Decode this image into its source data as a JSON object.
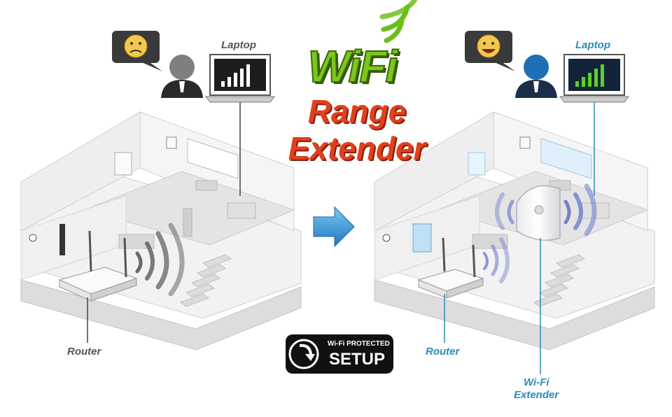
{
  "title": {
    "wifi": "WiFi",
    "range": "Range",
    "extender": "Extender"
  },
  "left_scene": {
    "laptop_label": "Laptop",
    "router_label": "Router",
    "face": "sad"
  },
  "right_scene": {
    "laptop_label": "Laptop",
    "router_label": "Router",
    "extender_label_line1": "Wi-Fi",
    "extender_label_line2": "Extender",
    "face": "happy"
  },
  "wps_badge": {
    "line1": "Wi-Fi PROTECTED",
    "line2": "SETUP"
  },
  "colors": {
    "wifi_green": "#7dc61c",
    "title_red": "#e0401c",
    "accent_blue": "#2a8cb8",
    "arrow_blue": "#1e88d0"
  }
}
